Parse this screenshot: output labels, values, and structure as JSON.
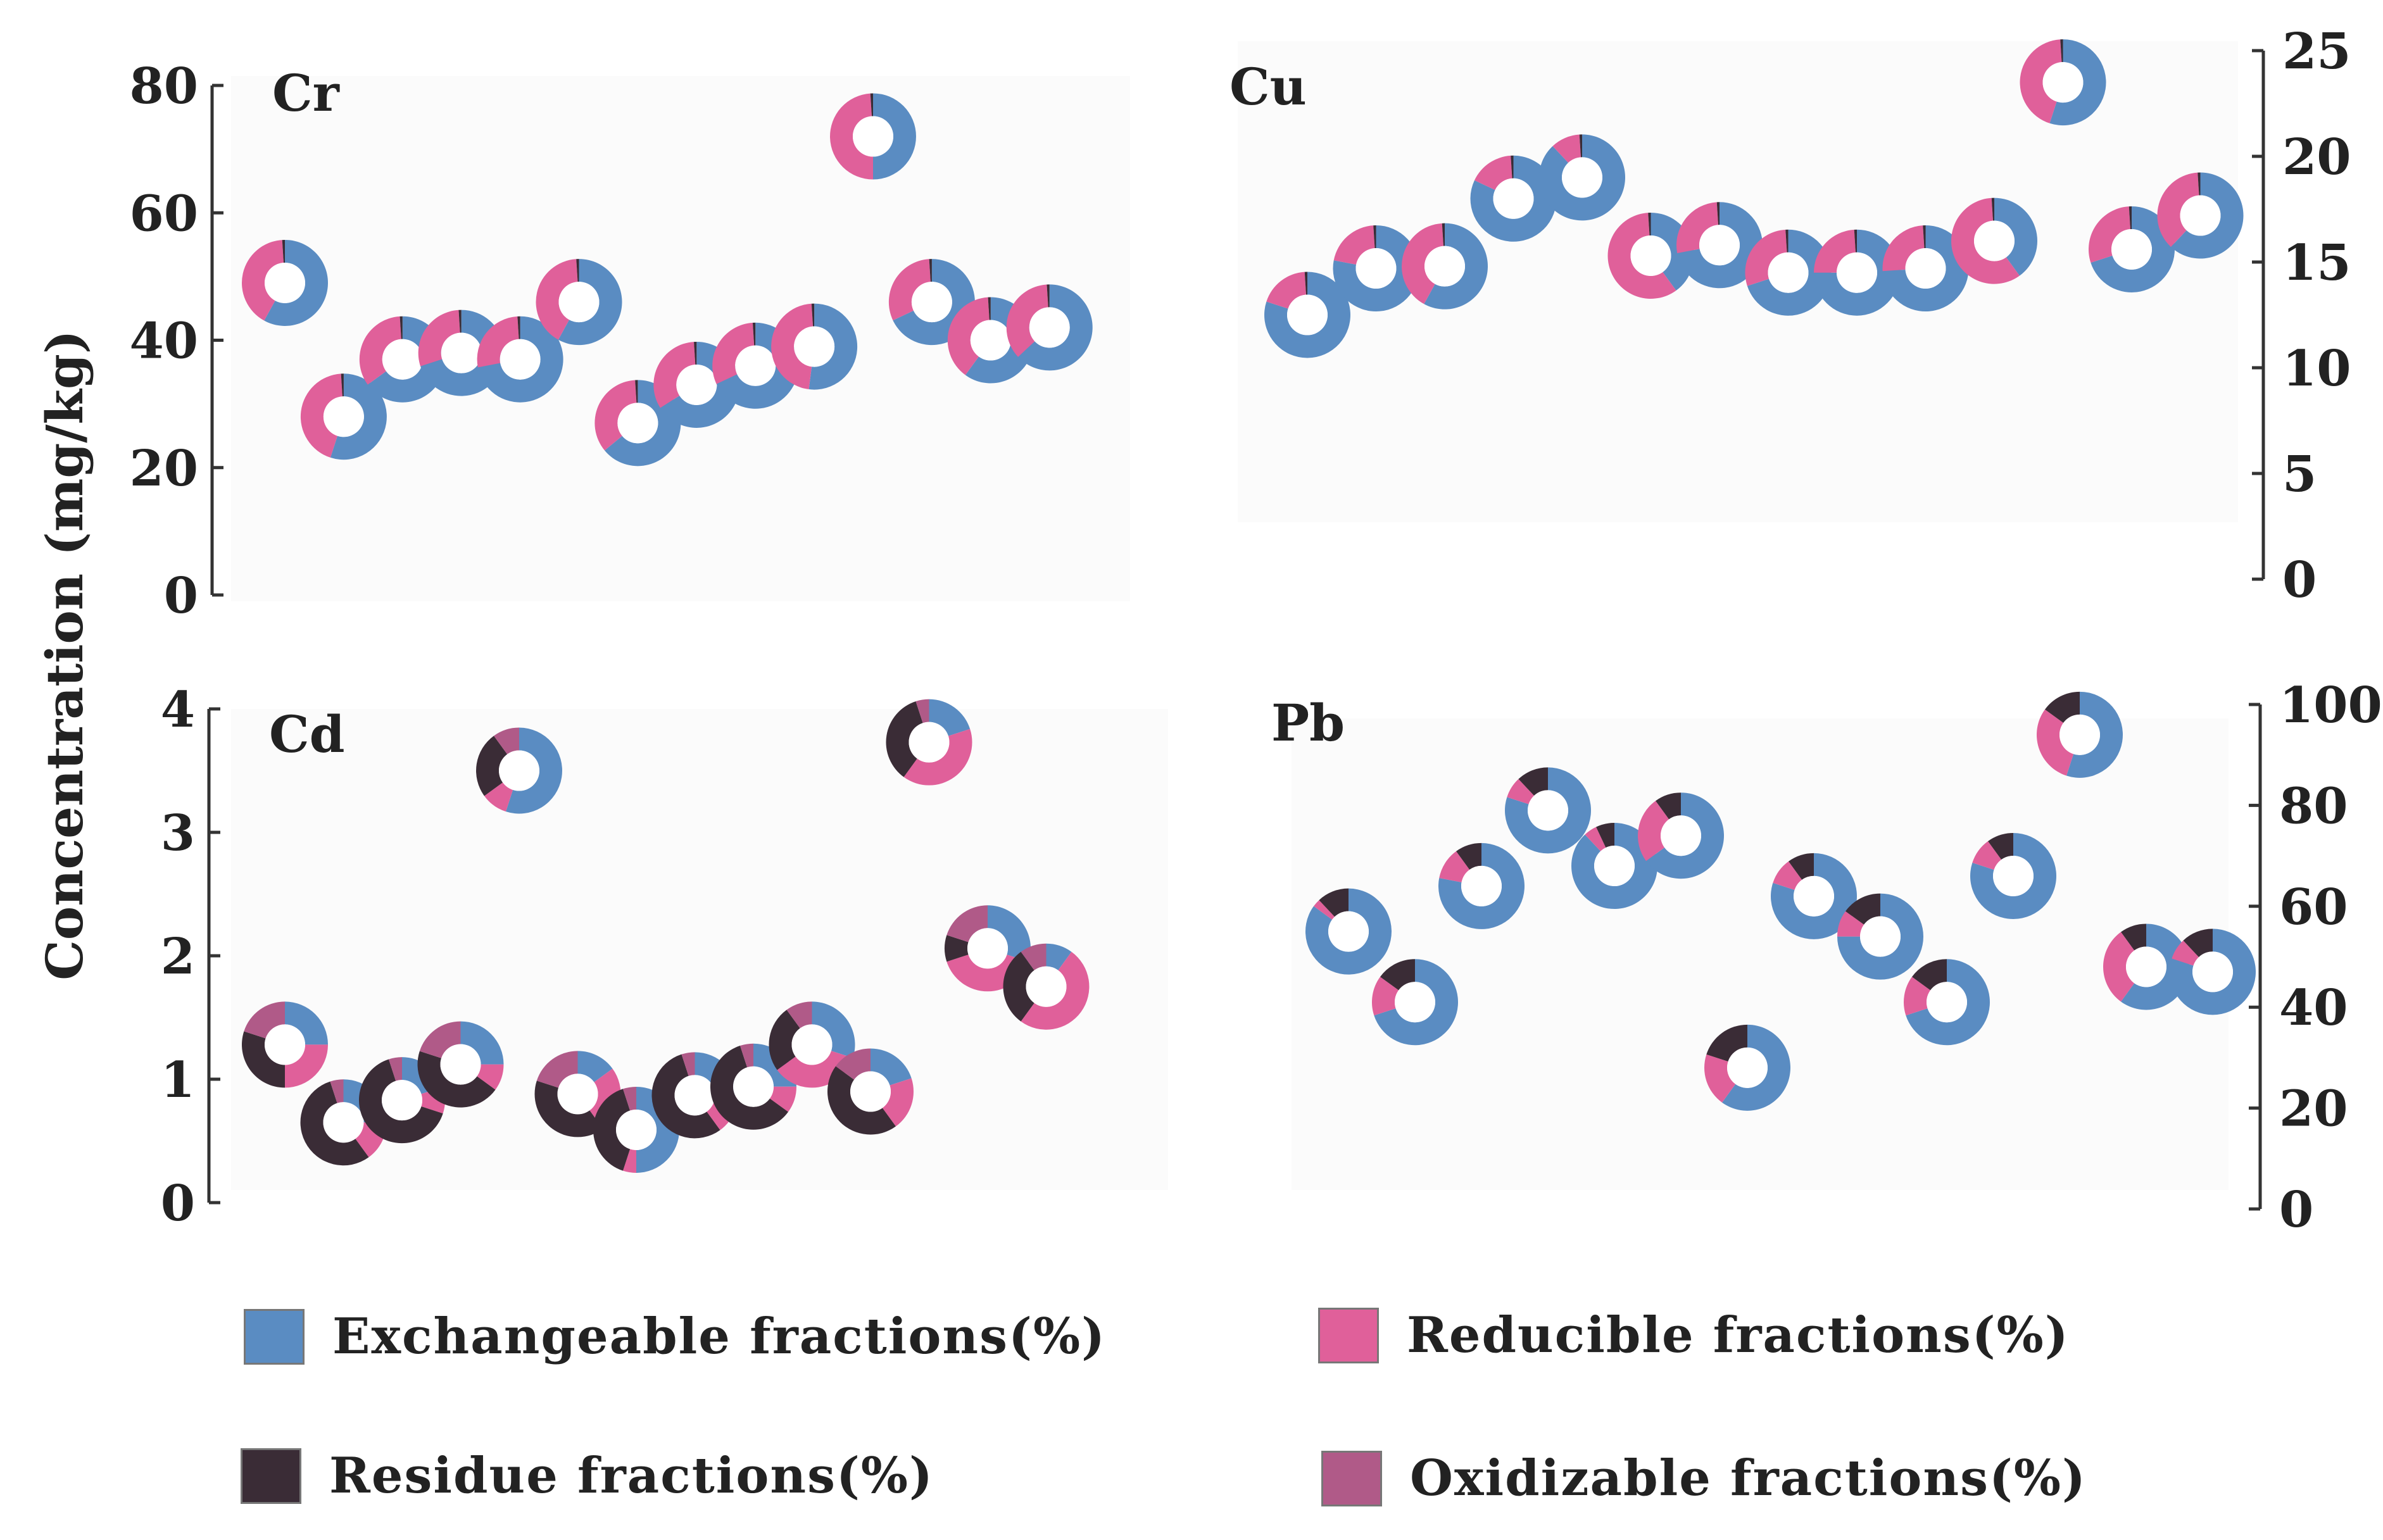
{
  "figure": {
    "ylabel": "Concentration (mg/kg)"
  },
  "colors": {
    "exchangeable": "#5a8cc2",
    "reducible": "#e0609a",
    "residue": "#3a2c36",
    "oxidizable": "#b05a88"
  },
  "legend": {
    "exchangeable": "Exchangeable fractions(%)",
    "reducible": "Reducible fractions(%)",
    "residue": "Residue fractions(%)",
    "oxidizable": "Oxidizable fractions(%)"
  },
  "chart_data": [
    {
      "type": "scatter",
      "title": "Cr",
      "y_axis_side": "left",
      "ylim": [
        0,
        80
      ],
      "yticks": [
        0,
        20,
        40,
        60,
        80
      ],
      "marker": "donut (fraction composition, %)",
      "series_order": [
        "exchangeable",
        "reducible",
        "residue",
        "oxidizable"
      ],
      "points": [
        {
          "x": 1,
          "y": 49,
          "fractions": [
            58,
            41,
            1,
            0
          ]
        },
        {
          "x": 2,
          "y": 28,
          "fractions": [
            55,
            44,
            1,
            0
          ]
        },
        {
          "x": 3,
          "y": 37,
          "fractions": [
            65,
            34,
            1,
            0
          ]
        },
        {
          "x": 4,
          "y": 38,
          "fractions": [
            70,
            29,
            1,
            0
          ]
        },
        {
          "x": 5,
          "y": 37,
          "fractions": [
            72,
            27,
            1,
            0
          ]
        },
        {
          "x": 6,
          "y": 46,
          "fractions": [
            58,
            41,
            1,
            0
          ]
        },
        {
          "x": 7,
          "y": 27,
          "fractions": [
            64,
            35,
            1,
            0
          ]
        },
        {
          "x": 8,
          "y": 33,
          "fractions": [
            66,
            33,
            1,
            0
          ]
        },
        {
          "x": 9,
          "y": 36,
          "fractions": [
            68,
            31,
            1,
            0
          ]
        },
        {
          "x": 10,
          "y": 39,
          "fractions": [
            52,
            47,
            1,
            0
          ]
        },
        {
          "x": 11,
          "y": 72,
          "fractions": [
            50,
            49,
            1,
            0
          ]
        },
        {
          "x": 12,
          "y": 46,
          "fractions": [
            68,
            31,
            1,
            0
          ]
        },
        {
          "x": 13,
          "y": 40,
          "fractions": [
            60,
            39,
            1,
            0
          ]
        },
        {
          "x": 14,
          "y": 42,
          "fractions": [
            63,
            36,
            1,
            0
          ]
        }
      ]
    },
    {
      "type": "scatter",
      "title": "Cu",
      "y_axis_side": "right",
      "ylim": [
        0,
        25
      ],
      "yticks": [
        0,
        5,
        10,
        15,
        20,
        25
      ],
      "marker": "donut (fraction composition, %)",
      "series_order": [
        "exchangeable",
        "reducible",
        "residue",
        "oxidizable"
      ],
      "points": [
        {
          "x": 1,
          "y": 12.5,
          "fractions": [
            80,
            19,
            1,
            0
          ]
        },
        {
          "x": 2,
          "y": 14.7,
          "fractions": [
            78,
            21,
            1,
            0
          ]
        },
        {
          "x": 3,
          "y": 14.8,
          "fractions": [
            58,
            41,
            1,
            0
          ]
        },
        {
          "x": 4,
          "y": 18.0,
          "fractions": [
            82,
            17,
            1,
            0
          ]
        },
        {
          "x": 5,
          "y": 19.0,
          "fractions": [
            88,
            11,
            1,
            0
          ]
        },
        {
          "x": 6,
          "y": 15.3,
          "fractions": [
            40,
            59,
            1,
            0
          ]
        },
        {
          "x": 7,
          "y": 15.8,
          "fractions": [
            72,
            27,
            1,
            0
          ]
        },
        {
          "x": 8,
          "y": 14.5,
          "fractions": [
            70,
            29,
            1,
            0
          ]
        },
        {
          "x": 9,
          "y": 14.5,
          "fractions": [
            75,
            24,
            1,
            0
          ]
        },
        {
          "x": 10,
          "y": 14.7,
          "fractions": [
            74,
            25,
            1,
            0
          ]
        },
        {
          "x": 11,
          "y": 16.0,
          "fractions": [
            40,
            59,
            1,
            0
          ]
        },
        {
          "x": 12,
          "y": 23.5,
          "fractions": [
            55,
            44,
            1,
            0
          ]
        },
        {
          "x": 13,
          "y": 15.6,
          "fractions": [
            70,
            29,
            1,
            0
          ]
        },
        {
          "x": 14,
          "y": 17.2,
          "fractions": [
            62,
            37,
            1,
            0
          ]
        }
      ]
    },
    {
      "type": "scatter",
      "title": "Cd",
      "y_axis_side": "left",
      "ylim": [
        0,
        4
      ],
      "yticks": [
        0,
        1,
        2,
        3,
        4
      ],
      "marker": "donut (fraction composition, %)",
      "series_order": [
        "exchangeable",
        "reducible",
        "residue",
        "oxidizable"
      ],
      "points": [
        {
          "x": 1,
          "y": 1.28,
          "fractions": [
            25,
            25,
            30,
            20
          ]
        },
        {
          "x": 2,
          "y": 0.65,
          "fractions": [
            25,
            15,
            55,
            5
          ]
        },
        {
          "x": 3,
          "y": 0.83,
          "fractions": [
            20,
            10,
            65,
            5
          ]
        },
        {
          "x": 4,
          "y": 1.12,
          "fractions": [
            25,
            10,
            45,
            20
          ]
        },
        {
          "x": 5,
          "y": 3.5,
          "fractions": [
            55,
            10,
            25,
            10
          ]
        },
        {
          "x": 6,
          "y": 0.88,
          "fractions": [
            15,
            25,
            40,
            20
          ]
        },
        {
          "x": 7,
          "y": 0.59,
          "fractions": [
            50,
            5,
            40,
            5
          ]
        },
        {
          "x": 8,
          "y": 0.87,
          "fractions": [
            25,
            15,
            55,
            5
          ]
        },
        {
          "x": 9,
          "y": 0.94,
          "fractions": [
            25,
            10,
            60,
            5
          ]
        },
        {
          "x": 10,
          "y": 1.28,
          "fractions": [
            30,
            35,
            25,
            10
          ]
        },
        {
          "x": 11,
          "y": 0.9,
          "fractions": [
            20,
            20,
            45,
            15
          ]
        },
        {
          "x": 12,
          "y": 3.73,
          "fractions": [
            20,
            40,
            35,
            5
          ]
        },
        {
          "x": 13,
          "y": 2.06,
          "fractions": [
            30,
            40,
            10,
            20
          ]
        },
        {
          "x": 14,
          "y": 1.75,
          "fractions": [
            10,
            50,
            30,
            10
          ]
        }
      ]
    },
    {
      "type": "scatter",
      "title": "Pb",
      "y_axis_side": "right",
      "ylim": [
        0,
        100
      ],
      "yticks": [
        0,
        20,
        40,
        60,
        80,
        100
      ],
      "marker": "donut (fraction composition, %)",
      "series_order": [
        "exchangeable",
        "reducible",
        "residue",
        "oxidizable"
      ],
      "points": [
        {
          "x": 1,
          "y": 55,
          "fractions": [
            85,
            3,
            12,
            0
          ]
        },
        {
          "x": 2,
          "y": 41,
          "fractions": [
            70,
            15,
            15,
            0
          ]
        },
        {
          "x": 3,
          "y": 64,
          "fractions": [
            78,
            12,
            10,
            0
          ]
        },
        {
          "x": 4,
          "y": 79,
          "fractions": [
            80,
            8,
            12,
            0
          ]
        },
        {
          "x": 5,
          "y": 68,
          "fractions": [
            88,
            5,
            7,
            0
          ]
        },
        {
          "x": 6,
          "y": 74,
          "fractions": [
            65,
            25,
            10,
            0
          ]
        },
        {
          "x": 7,
          "y": 28,
          "fractions": [
            60,
            20,
            20,
            0
          ]
        },
        {
          "x": 8,
          "y": 62,
          "fractions": [
            80,
            10,
            10,
            0
          ]
        },
        {
          "x": 9,
          "y": 54,
          "fractions": [
            75,
            10,
            15,
            0
          ]
        },
        {
          "x": 10,
          "y": 41,
          "fractions": [
            70,
            15,
            15,
            0
          ]
        },
        {
          "x": 11,
          "y": 66,
          "fractions": [
            80,
            10,
            10,
            0
          ]
        },
        {
          "x": 12,
          "y": 94,
          "fractions": [
            55,
            30,
            15,
            0
          ]
        },
        {
          "x": 13,
          "y": 48,
          "fractions": [
            60,
            30,
            10,
            0
          ]
        },
        {
          "x": 14,
          "y": 47,
          "fractions": [
            80,
            8,
            12,
            0
          ]
        }
      ]
    }
  ]
}
